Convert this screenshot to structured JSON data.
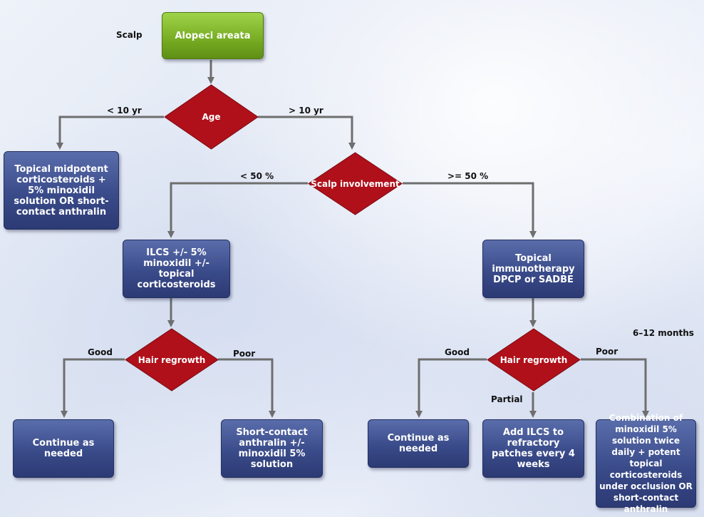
{
  "scalp_label": "Scalp",
  "start": "Alopeci areata",
  "age_decision": "Age",
  "age_low": "< 10 yr",
  "age_high": "> 10 yr",
  "child_treatment": "Topical midpotent corticosteroids + 5% minoxidil solution OR short-contact anthralin",
  "involvement_decision": "Scalp involvement",
  "inv_low": "< 50 %",
  "inv_high": ">= 50 %",
  "ilcs_treatment": "ILCS +/- 5% minoxidil +/- topical corticosteroids",
  "immuno_treatment": "Topical immunotherapy DPCP or SADBE",
  "regrowth_left": "Hair regrowth",
  "regrowth_right": "Hair regrowth",
  "good": "Good",
  "poor": "Poor",
  "partial": "Partial",
  "duration": "6–12 months",
  "continue_left": "Continue as needed",
  "anthralin_treatment": "Short-contact anthralin +/- minoxidil 5% solution",
  "continue_right": "Continue as needed",
  "add_ilcs": "Add ILCS to refractory patches every 4 weeks",
  "combination": "Combination of minoxidil 5% solution twice daily + potent topical corticosteroids under occlusion OR short-contact anthralin",
  "colors": {
    "start_node": "#76ab22",
    "decision_node": "#b0101a",
    "process_node": "#3a4b8a",
    "connector": "#6e6e6e"
  }
}
